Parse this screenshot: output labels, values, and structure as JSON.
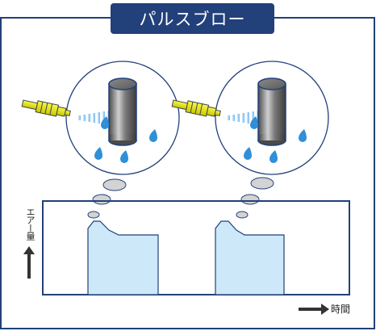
{
  "title": "パルスブロー",
  "axis": {
    "y_label": "エアー量",
    "x_label": "時間"
  },
  "colors": {
    "border": "#22407a",
    "title_bg": "#22407a",
    "pulse_fill": "#cde8f8",
    "drop": "#2f8fd8",
    "nozzle": "#e8e800",
    "cylinder": "#6a6a6a",
    "bubble": "#d0d0d0"
  },
  "illustrations": [
    {
      "name": "nozzle-scene-1",
      "icon": "air-nozzle-blowing-water-off-cylinder"
    },
    {
      "name": "nozzle-scene-2",
      "icon": "air-nozzle-blowing-water-off-cylinder"
    }
  ],
  "pulse_count": 2
}
